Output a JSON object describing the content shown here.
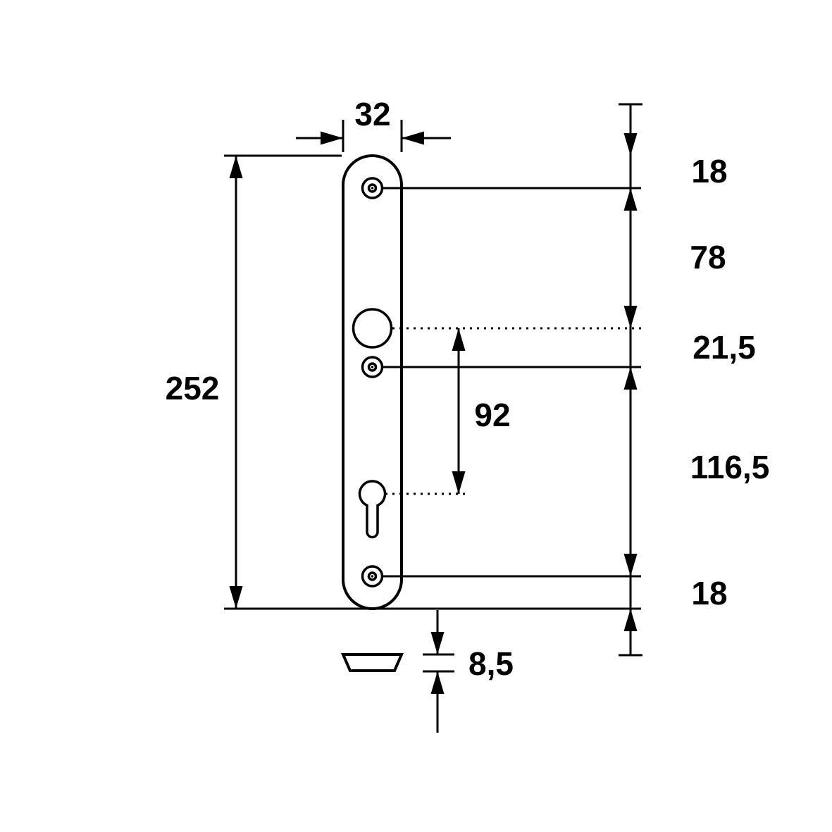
{
  "drawing": {
    "labels": {
      "plate_width": "32",
      "plate_height": "252",
      "top_edge_to_top_screw": "18",
      "top_screw_to_handle_axis": "78",
      "handle_axis_to_mid_screw": "21,5",
      "handle_axis_to_cylinder_axis": "92",
      "mid_screw_to_bottom_screw": "116,5",
      "bottom_screw_to_bottom_edge": "18",
      "plate_thickness": "8,5"
    },
    "colors": {
      "line": "#000000",
      "background": "#ffffff"
    }
  }
}
